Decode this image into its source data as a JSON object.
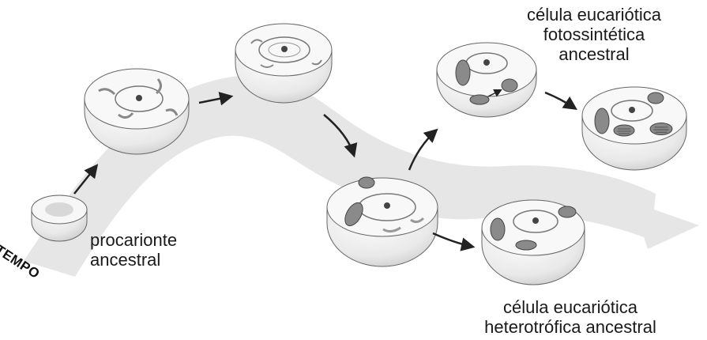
{
  "labels": {
    "time_axis": "TEMPO",
    "prokaryote": {
      "line1": "procarionte",
      "line2": "ancestral"
    },
    "photosynthetic_eukaryote": {
      "line1": "célula eucariótica",
      "line2": "fotossintética",
      "line3": "ancestral"
    },
    "heterotrophic_eukaryote": {
      "line1": "célula eucariótica",
      "line2": "heterotrófica ancestral"
    }
  },
  "colors": {
    "time_band": "#e6e6e6",
    "cell_body": "#f3f3f3",
    "cell_outline": "#555555",
    "organelle_dark": "#8a8a8a",
    "arrow": "#222222"
  }
}
